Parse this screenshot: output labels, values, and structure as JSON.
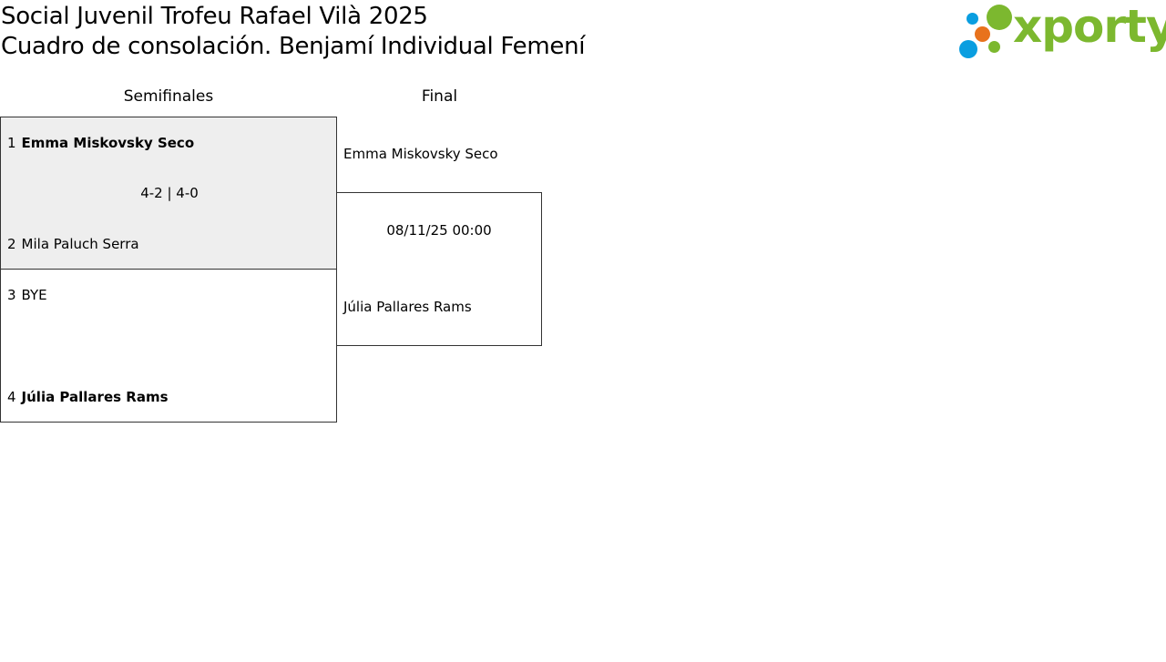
{
  "header": {
    "title_line1": "Social Juvenil Trofeu Rafael Vilà 2025",
    "title_line2": "Cuadro de consolación. Benjamí Individual Femení"
  },
  "logo": {
    "text": "xporty",
    "colors": {
      "green": "#7cb82f",
      "blue": "#0a9ee0",
      "orange": "#e8721c"
    }
  },
  "rounds": {
    "semifinals_label": "Semifinales",
    "final_label": "Final"
  },
  "semifinals": [
    {
      "top": {
        "seed": "1",
        "name": "Emma Miskovsky Seco",
        "winner": true
      },
      "score": "4-2 | 4-0",
      "bottom": {
        "seed": "2",
        "name": "Mila Paluch Serra",
        "winner": false
      }
    },
    {
      "top": {
        "seed": "3",
        "name": "BYE",
        "winner": false
      },
      "score": "",
      "bottom": {
        "seed": "4",
        "name": "Júlia Pallares Rams",
        "winner": true
      }
    }
  ],
  "final": {
    "top_name": "Emma Miskovsky Seco",
    "date": "08/11/25 00:00",
    "bottom_name": "Júlia Pallares Rams"
  }
}
